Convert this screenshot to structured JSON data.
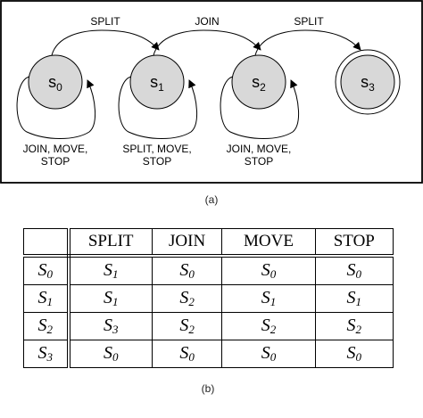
{
  "states": [
    {
      "id": "s0",
      "label": "s",
      "sub": "0",
      "accepting": false,
      "self_loop": "JOIN, MOVE,\nSTOP"
    },
    {
      "id": "s1",
      "label": "s",
      "sub": "1",
      "accepting": false,
      "self_loop": "SPLIT, MOVE,\nSTOP"
    },
    {
      "id": "s2",
      "label": "s",
      "sub": "2",
      "accepting": false,
      "self_loop": "JOIN, MOVE,\nSTOP"
    },
    {
      "id": "s3",
      "label": "s",
      "sub": "3",
      "accepting": true,
      "self_loop": ""
    }
  ],
  "transitions": [
    {
      "from": "s0",
      "to": "s1",
      "label": "SPLIT"
    },
    {
      "from": "s1",
      "to": "s2",
      "label": "JOIN"
    },
    {
      "from": "s2",
      "to": "s3",
      "label": "SPLIT"
    }
  ],
  "colors": {
    "state_fill": "#d8d8d8",
    "stroke": "#000000"
  },
  "captions": {
    "a": "(a)",
    "b": "(b)"
  },
  "table": {
    "columns": [
      "SPLIT",
      "JOIN",
      "MOVE",
      "STOP"
    ],
    "rows": [
      {
        "state": "S",
        "sub": "0",
        "cells": [
          {
            "t": "S",
            "s": "1"
          },
          {
            "t": "S",
            "s": "0"
          },
          {
            "t": "S",
            "s": "0"
          },
          {
            "t": "S",
            "s": "0"
          }
        ]
      },
      {
        "state": "S",
        "sub": "1",
        "cells": [
          {
            "t": "S",
            "s": "1"
          },
          {
            "t": "S",
            "s": "2"
          },
          {
            "t": "S",
            "s": "1"
          },
          {
            "t": "S",
            "s": "1"
          }
        ]
      },
      {
        "state": "S",
        "sub": "2",
        "cells": [
          {
            "t": "S",
            "s": "3"
          },
          {
            "t": "S",
            "s": "2"
          },
          {
            "t": "S",
            "s": "2"
          },
          {
            "t": "S",
            "s": "2"
          }
        ]
      },
      {
        "state": "S",
        "sub": "3",
        "cells": [
          {
            "t": "S",
            "s": "0"
          },
          {
            "t": "S",
            "s": "0"
          },
          {
            "t": "S",
            "s": "0"
          },
          {
            "t": "S",
            "s": "0"
          }
        ]
      }
    ]
  }
}
